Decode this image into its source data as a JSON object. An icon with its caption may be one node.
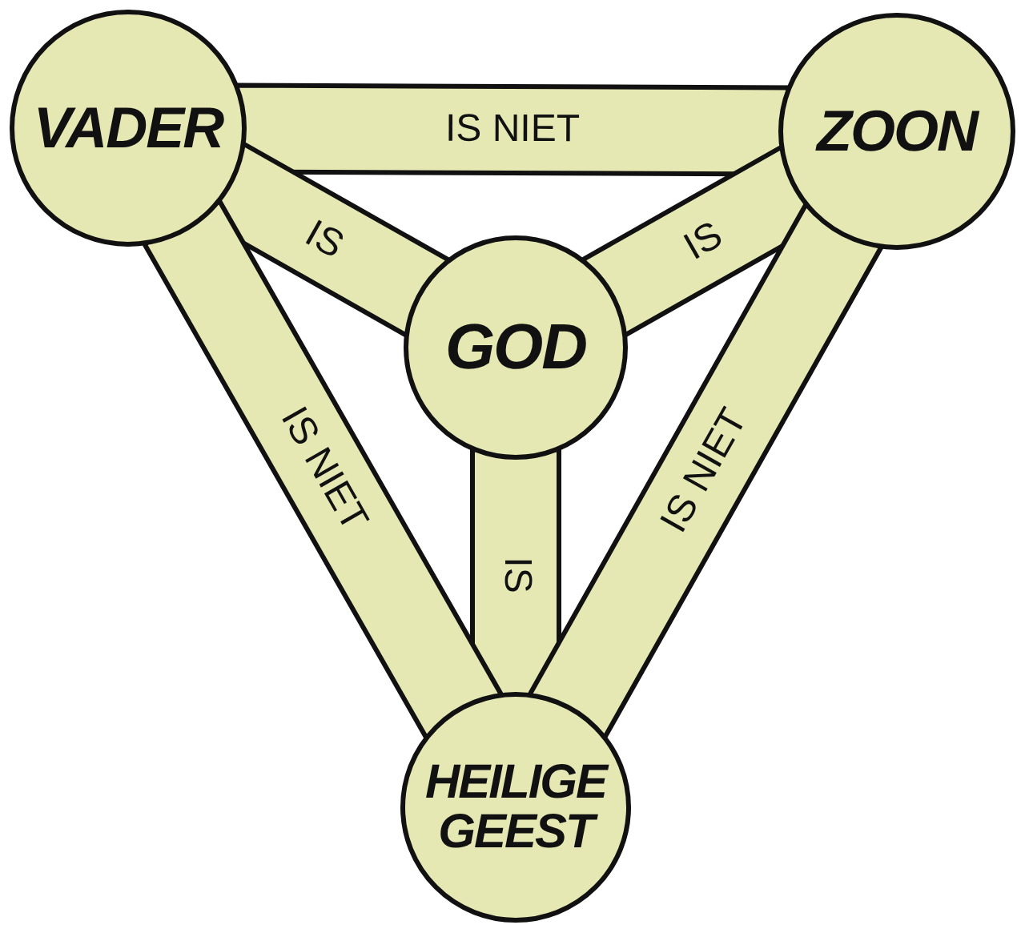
{
  "diagram": {
    "nodes": [
      {
        "text": [
          "VADER"
        ]
      },
      {
        "text": [
          "ZOON"
        ]
      },
      {
        "text": [
          "GOD"
        ]
      },
      {
        "text": [
          "HEILIGE GEEST"
        ]
      }
    ],
    "edges": [
      {
        "from": 0,
        "to": 1,
        "arrow": "none",
        "label": "IS NIET"
      },
      {
        "from": 0,
        "to": 2,
        "arrow": "none",
        "label": "IS"
      },
      {
        "from": 1,
        "to": 2,
        "arrow": "none",
        "label": "IS"
      },
      {
        "from": 2,
        "to": 3,
        "arrow": "none",
        "label": "IS"
      },
      {
        "from": 0,
        "to": 3,
        "arrow": "none",
        "label": "IS NIET"
      },
      {
        "from": 1,
        "to": 3,
        "arrow": "none",
        "label": "IS NIET"
      }
    ]
  }
}
